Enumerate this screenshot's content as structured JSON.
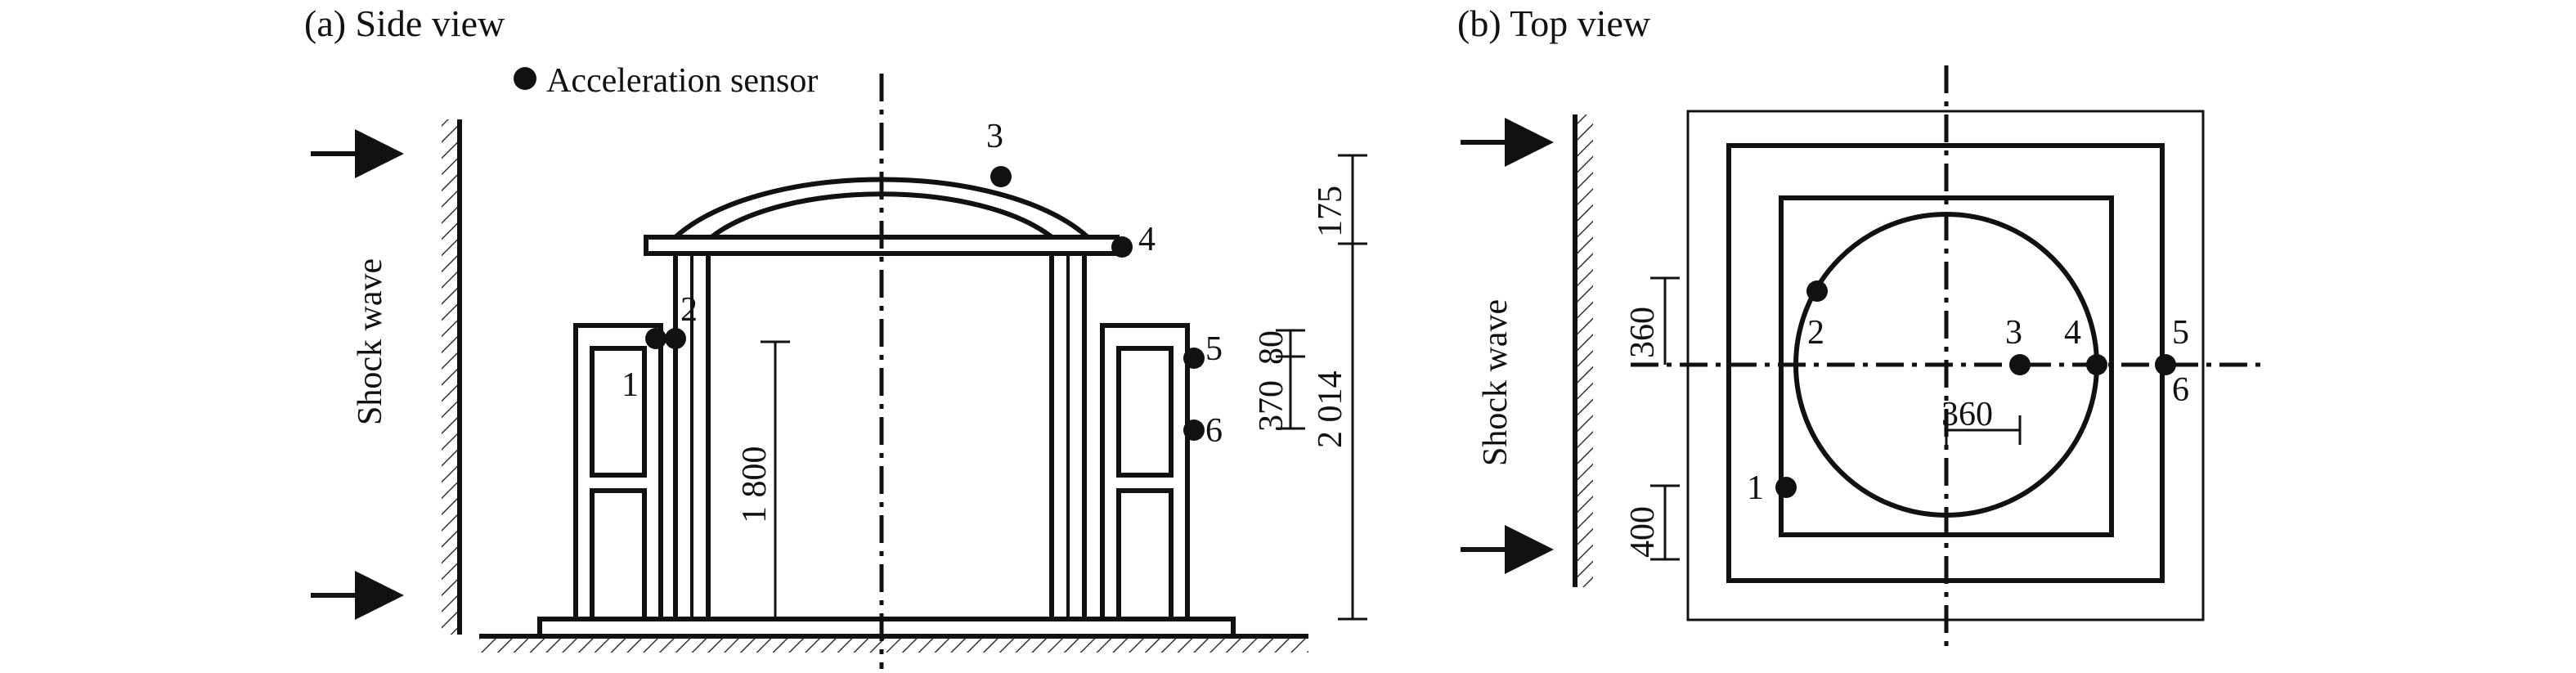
{
  "panels": {
    "side": {
      "title": "(a) Side view",
      "legend": "Acceleration sensor",
      "shock_wave_label": "Shock wave",
      "sensor_labels": [
        "1",
        "2",
        "3",
        "4",
        "5",
        "6"
      ],
      "dimensions": {
        "d175": "175",
        "d80": "80",
        "d370": "370",
        "d2014": "2 014",
        "d1800": "1 800"
      }
    },
    "top": {
      "title": "(b) Top view",
      "shock_wave_label": "Shock wave",
      "sensor_labels": [
        "1",
        "2",
        "3",
        "4",
        "5",
        "6"
      ],
      "dimensions": {
        "d360v": "360",
        "d360h": "360",
        "d400": "400"
      }
    }
  },
  "colors": {
    "ink": "#111111",
    "background": "#ffffff"
  }
}
